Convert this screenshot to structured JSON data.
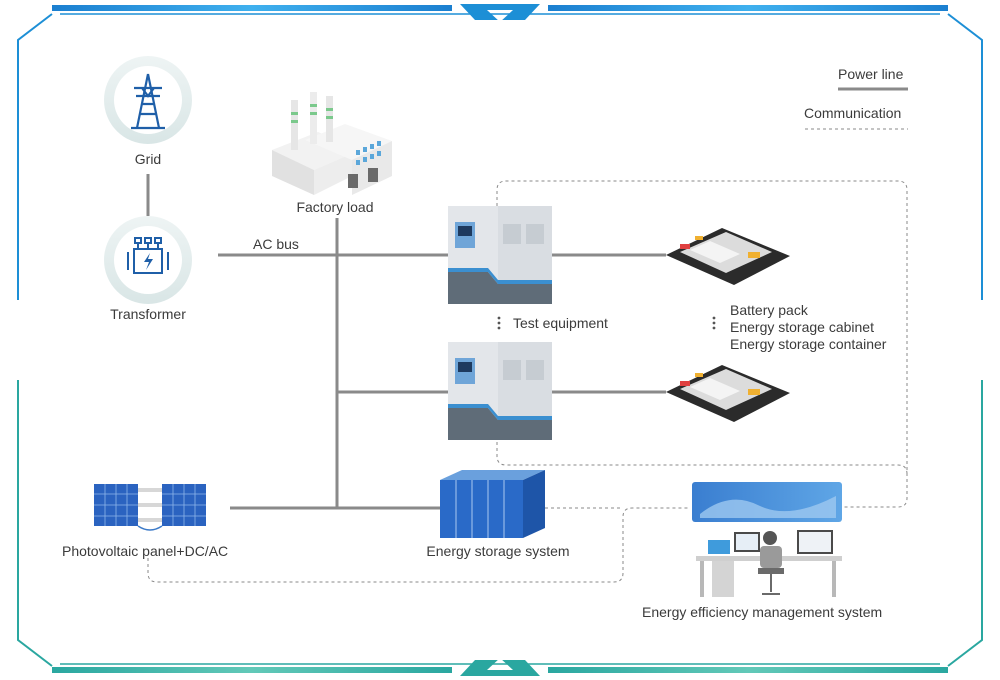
{
  "legend": {
    "power_line": "Power line",
    "communication": "Communication"
  },
  "nodes": {
    "grid": "Grid",
    "transformer": "Transformer",
    "factory_load": "Factory load",
    "ac_bus": "AC bus",
    "test_equipment": "Test equipment",
    "battery_pack": "Battery pack",
    "energy_storage_cabinet": "Energy storage cabinet",
    "energy_storage_container": "Energy storage container",
    "photovoltaic": "Photovoltaic panel+DC/AC",
    "energy_storage_system": "Energy storage system",
    "ems": "Energy efficiency management system"
  },
  "colors": {
    "frame_blue": "#1d8fd6",
    "frame_teal": "#3bb3a6",
    "power_line": "#8a8a8a",
    "icon_blue": "#1f5fa8"
  }
}
